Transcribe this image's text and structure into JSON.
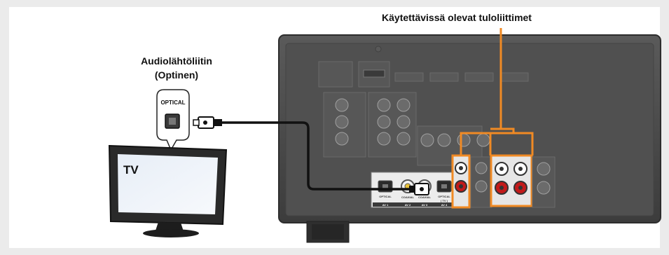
{
  "labels": {
    "inputs_title": "Käytettävissä olevat tuloliittimet",
    "tv_output_line1": "Audiolähtöliitin",
    "tv_output_line2": "(Optinen)",
    "callout_optical": "OPTICAL",
    "tv": "TV"
  },
  "receiver_jacks": {
    "optical_1": "OPTICAL",
    "coaxial_1": "COAXIAL",
    "coaxial_2": "COAXIAL",
    "optical_2": "OPTICAL",
    "tv_label": "( TV )",
    "av1": "AV 1",
    "av2": "AV 2",
    "av3": "AV 3",
    "av4": "AV 4"
  },
  "colors": {
    "frame_bg": "#ebebeb",
    "receiver_body": "#4b4b4b",
    "highlight": "#f08a24",
    "cable": "#111111"
  }
}
